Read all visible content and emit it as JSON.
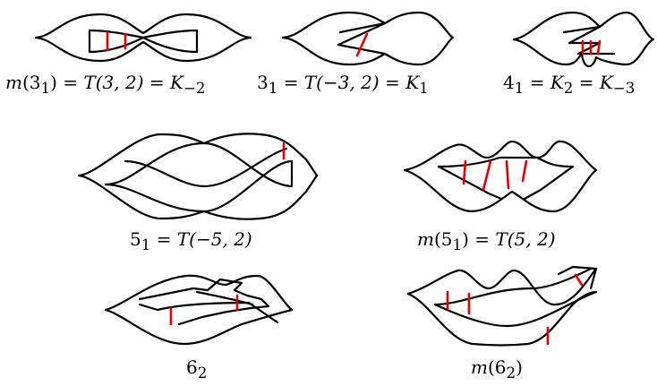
{
  "knots": [
    {
      "id": "trefoil-mirror",
      "name_parts": [
        "m",
        "3",
        "1"
      ],
      "equalities": [
        "T(3, 2)",
        "K",
        "−2"
      ]
    },
    {
      "id": "trefoil",
      "name_parts": [
        "3",
        "1"
      ],
      "equalities": [
        "T(−3, 2)",
        "K",
        "1"
      ]
    },
    {
      "id": "figure-eight",
      "name_parts": [
        "4",
        "1"
      ],
      "equalities": [
        "K",
        "2",
        "K",
        "−3"
      ]
    },
    {
      "id": "cinquefoil",
      "name_parts": [
        "5",
        "1"
      ],
      "equalities": [
        "T(−5, 2)"
      ]
    },
    {
      "id": "cinquefoil-mirror",
      "name_parts": [
        "m",
        "5",
        "1"
      ],
      "equalities": [
        "T(5, 2)"
      ]
    },
    {
      "id": "stevedore-6-2",
      "name_parts": [
        "6",
        "2"
      ],
      "equalities": []
    },
    {
      "id": "stevedore-6-2-mirror",
      "name_parts": [
        "m",
        "6",
        "2"
      ],
      "equalities": []
    }
  ],
  "colors": {
    "strand": "#000000",
    "chord": "#e10000"
  }
}
